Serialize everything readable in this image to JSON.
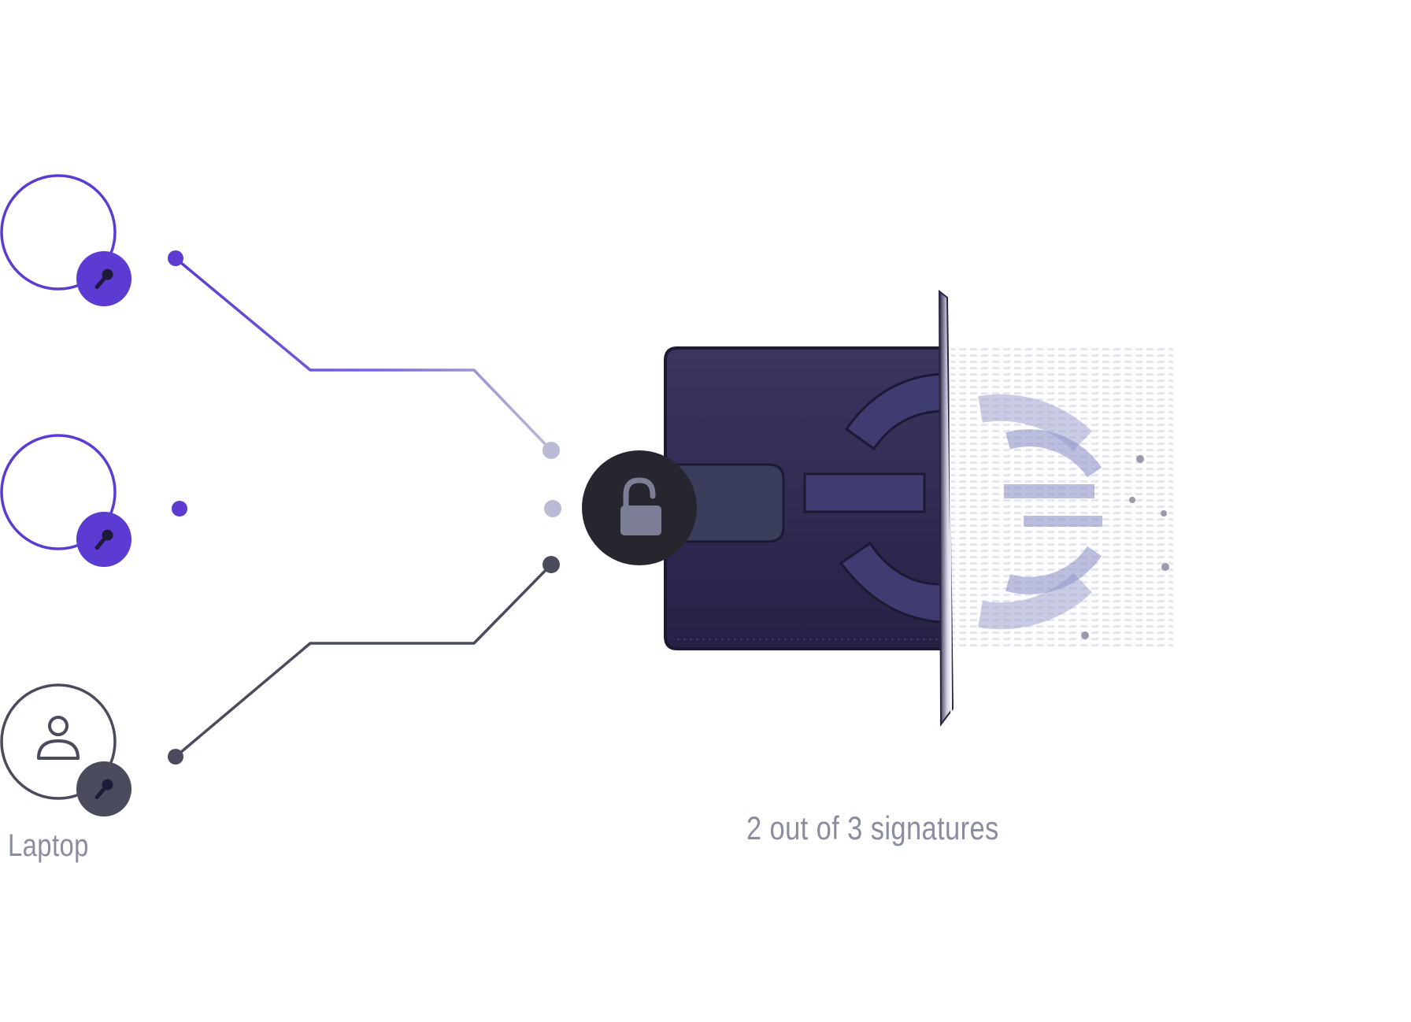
{
  "signers": [
    {
      "id": "signer-1",
      "label": "",
      "icon": "blank-avatar",
      "color": "#5b3bd1",
      "key_icon": "key-icon"
    },
    {
      "id": "signer-2",
      "label": "",
      "icon": "blank-avatar",
      "color": "#5b3bd1",
      "key_icon": "key-icon"
    },
    {
      "id": "signer-3",
      "label": "Laptop",
      "icon": "person-icon",
      "color": "#4a4c5e",
      "key_icon": "key-icon"
    }
  ],
  "wallet": {
    "icon": "wallet-icon",
    "lock_icon": "unlocked-padlock-icon",
    "brand_icon": "circular-logo-icon",
    "color": "#2e2a4f"
  },
  "caption": "2 out of 3 signatures",
  "colors": {
    "accent": "#5b3bd1",
    "muted": "#aeb0cf",
    "dark": "#4a4c5e",
    "lock_badge": "#26262f"
  }
}
